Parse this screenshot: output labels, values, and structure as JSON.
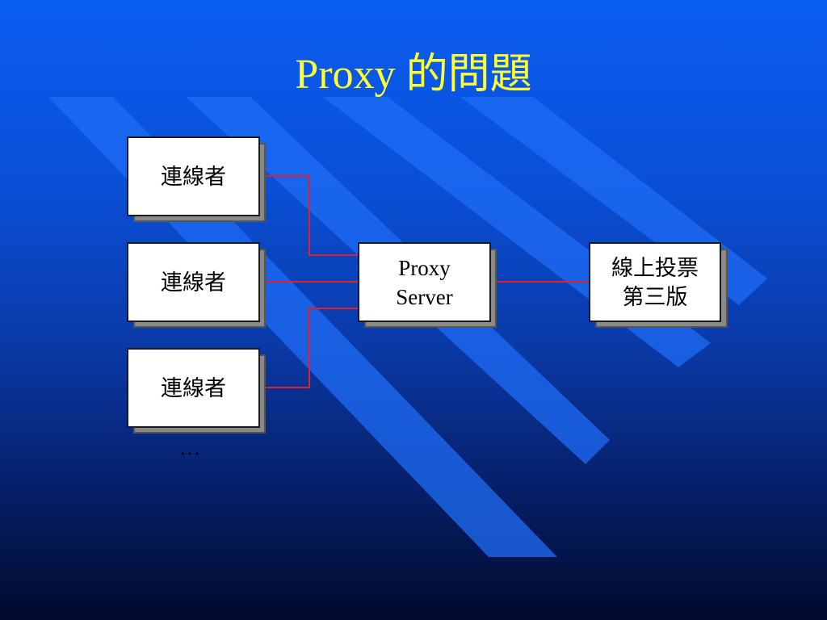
{
  "slide": {
    "title": "Proxy 的問題"
  },
  "diagram": {
    "clients": [
      {
        "label": "連線者"
      },
      {
        "label": "連線者"
      },
      {
        "label": "連線者"
      }
    ],
    "more_indicator": "…",
    "proxy": {
      "line1": "Proxy",
      "line2": "Server"
    },
    "target": {
      "line1": "線上投票",
      "line2": "第三版"
    },
    "colors": {
      "connector": "#e0202a",
      "title": "#ffff33",
      "box_fill": "#ffffff",
      "box_shadow": "#8a8a8a"
    }
  }
}
